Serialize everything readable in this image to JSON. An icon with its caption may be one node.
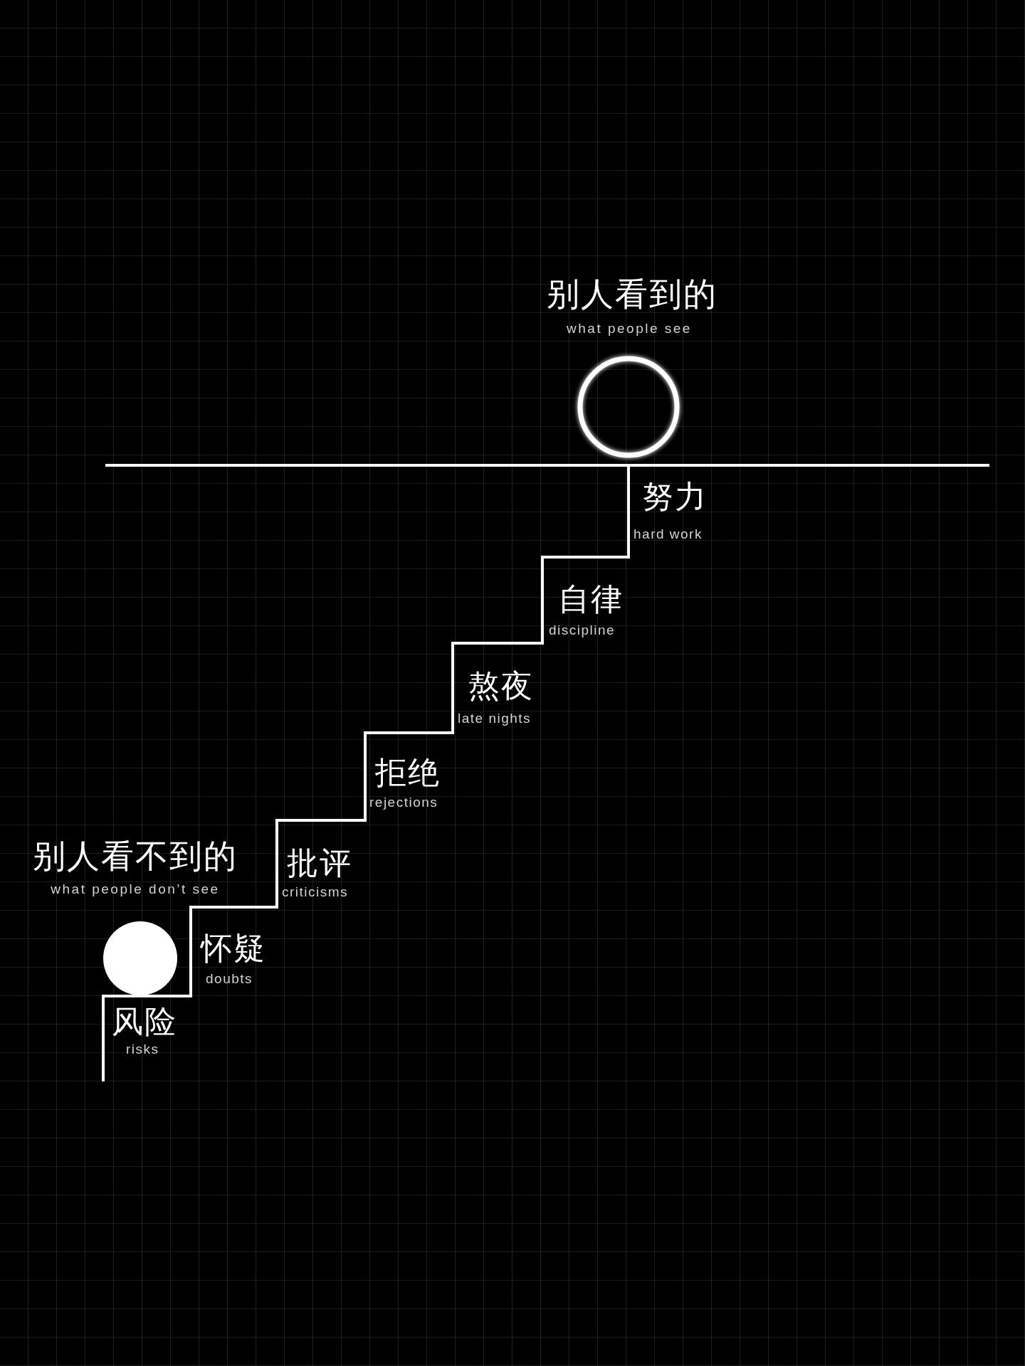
{
  "diagram": {
    "nodes": [
      {
        "text": [],
        "shape": "ring"
      },
      {
        "text": [],
        "shape": "circle"
      }
    ],
    "labels": [
      "别人看到的",
      "what people see",
      "努力",
      "hard work",
      "自律",
      "discipline",
      "熬夜",
      "late nights",
      "拒绝",
      "rejections",
      "别人看不到的",
      "what people don’t see",
      "批评",
      "criticisms",
      "怀疑",
      "doubts",
      "风险",
      "risks"
    ]
  }
}
